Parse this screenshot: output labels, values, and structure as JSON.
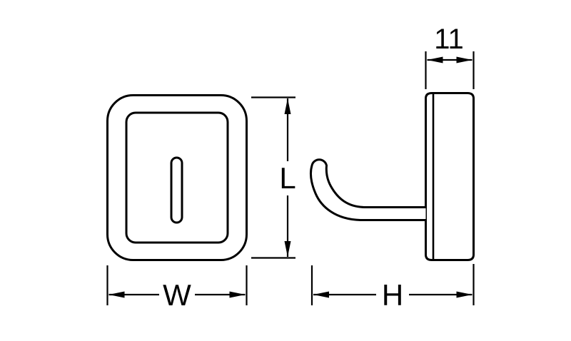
{
  "drawing": {
    "dimension_labels": {
      "width": "W",
      "length": "L",
      "height": "H",
      "plate_thickness": "11"
    },
    "colors": {
      "line": "#000000",
      "background": "#ffffff"
    }
  }
}
